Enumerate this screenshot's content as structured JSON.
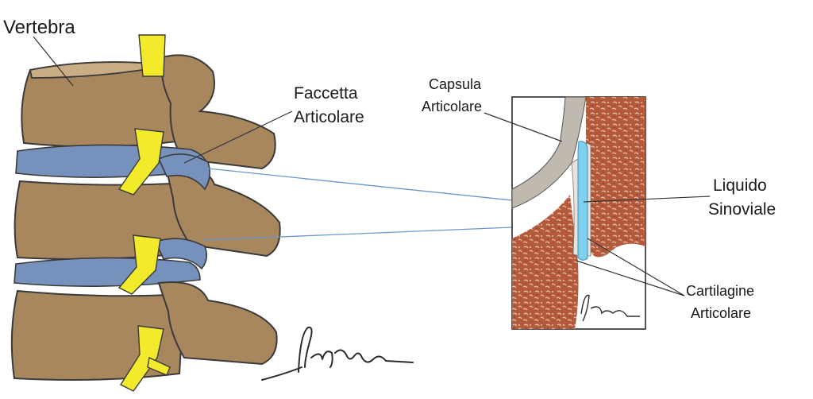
{
  "labels": {
    "vertebra": "Vertebra",
    "faccetta_line1": "Faccetta",
    "faccetta_line2": "Articolare",
    "capsula_line1": "Capsula",
    "capsula_line2": "Articolare",
    "liquido_line1": "Liquido",
    "liquido_line2": "Sinoviale",
    "cartilagine_line1": "Cartilagine",
    "cartilagine_line2": "Articolare",
    "signature": "Fricola"
  },
  "colors": {
    "bone": "#a8875f",
    "disc": "#7791bd",
    "nerve": "#f3ea2c",
    "marrow": "#b35a3c",
    "synovial": "#7fd0ee"
  }
}
